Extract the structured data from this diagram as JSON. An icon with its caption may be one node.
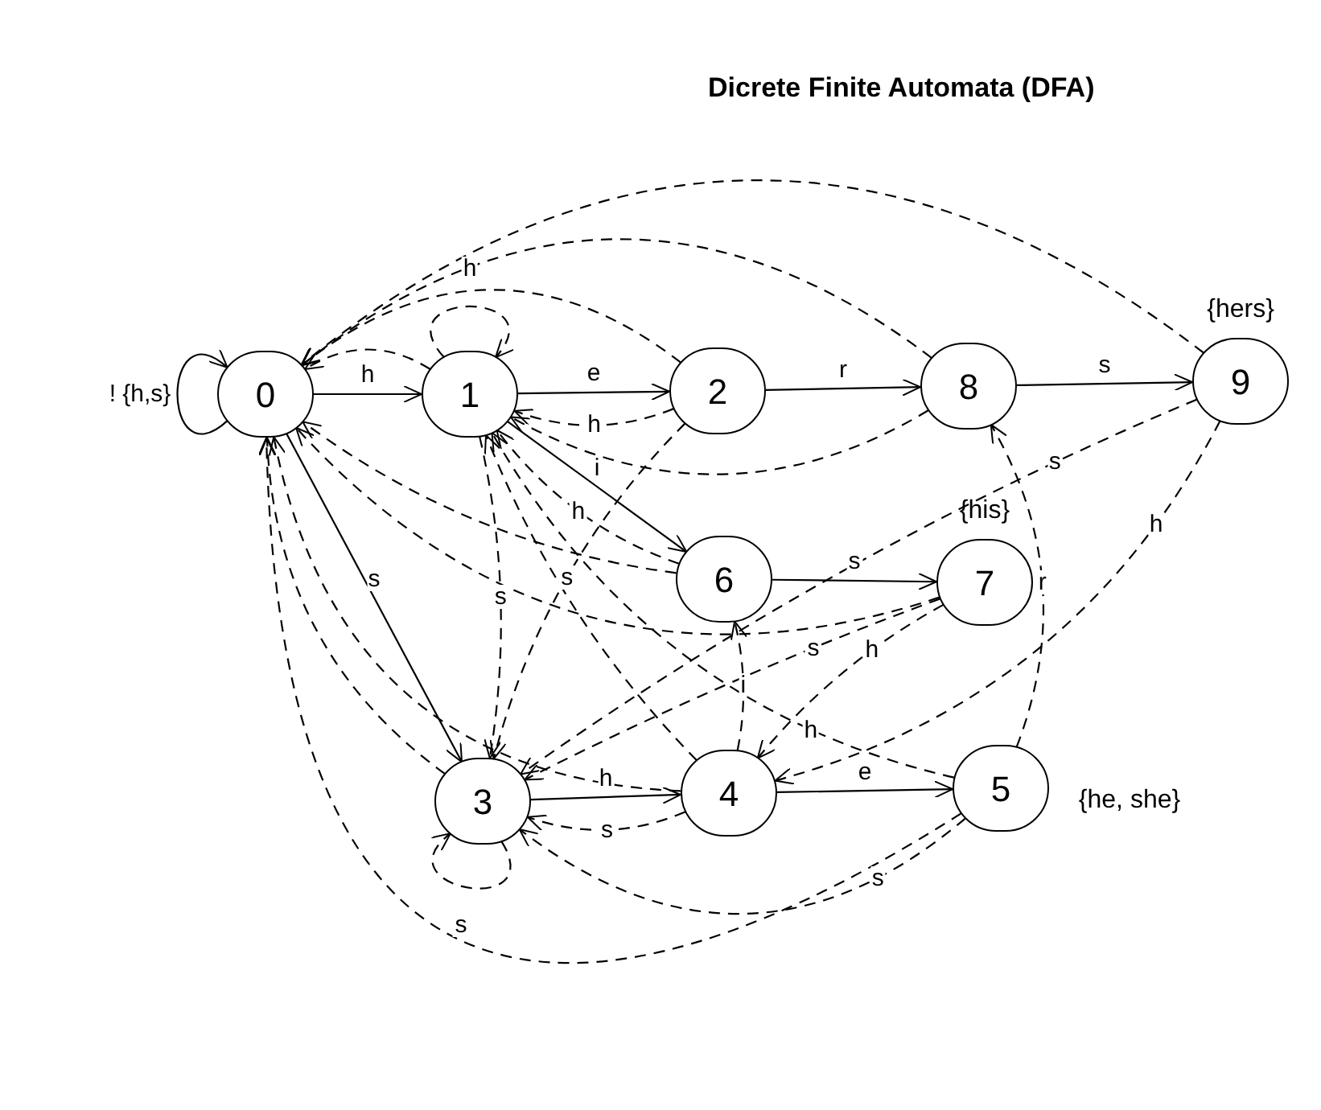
{
  "diagram": {
    "title": "Dicrete Finite Automata (DFA)",
    "nodes": [
      {
        "text": [
          "0"
        ]
      },
      {
        "text": [
          "1"
        ]
      },
      {
        "text": [
          "2"
        ]
      },
      {
        "text": [
          "8"
        ]
      },
      {
        "text": [
          "9"
        ],
        "beside": [
          "{hers}"
        ]
      },
      {
        "text": [
          "6"
        ]
      },
      {
        "text": [
          "7"
        ],
        "beside": [
          "{his}"
        ]
      },
      {
        "text": [
          "3"
        ]
      },
      {
        "text": [
          "4"
        ]
      },
      {
        "text": [
          "5"
        ],
        "beside": [
          "{he, she}"
        ]
      }
    ],
    "edges": [
      {
        "from": 0,
        "to": 0,
        "arrow": "to",
        "label": "! {h,s}"
      },
      {
        "from": 0,
        "to": 1,
        "arrow": "to",
        "label": "h"
      },
      {
        "from": 1,
        "to": 2,
        "arrow": "to",
        "label": "e"
      },
      {
        "from": 2,
        "to": 3,
        "arrow": "to",
        "label": "r"
      },
      {
        "from": 3,
        "to": 4,
        "arrow": "to",
        "label": "s"
      },
      {
        "from": 1,
        "to": 5,
        "arrow": "to",
        "label": "i"
      },
      {
        "from": 5,
        "to": 6,
        "arrow": "to",
        "label": "s"
      },
      {
        "from": 0,
        "to": 7,
        "arrow": "to",
        "label": "s"
      },
      {
        "from": 7,
        "to": 8,
        "arrow": "to",
        "label": "h"
      },
      {
        "from": 8,
        "to": 9,
        "arrow": "to",
        "label": "e"
      },
      {
        "from": 1,
        "to": 1,
        "arrow": "to",
        "label": "h",
        "style": "dashed"
      },
      {
        "from": 1,
        "to": 7,
        "arrow": "to",
        "label": "s",
        "style": "dashed"
      },
      {
        "from": 2,
        "to": 1,
        "arrow": "to",
        "label": "h",
        "style": "dashed"
      },
      {
        "from": 2,
        "to": 7,
        "arrow": "to",
        "label": "s",
        "style": "dashed"
      },
      {
        "from": 7,
        "to": 7,
        "arrow": "to",
        "label": "s",
        "style": "dashed"
      },
      {
        "from": 8,
        "to": 7,
        "arrow": "to",
        "label": "s",
        "style": "dashed"
      },
      {
        "from": 8,
        "to": 5,
        "arrow": "to",
        "label": "i",
        "style": "dashed"
      },
      {
        "from": 8,
        "to": 1,
        "arrow": "to",
        "style": "dashed"
      },
      {
        "from": 9,
        "to": 1,
        "arrow": "to",
        "label": "h",
        "style": "dashed"
      },
      {
        "from": 9,
        "to": 7,
        "arrow": "to",
        "label": "s",
        "style": "dashed"
      },
      {
        "from": 9,
        "to": 3,
        "arrow": "to",
        "label": "r",
        "style": "dashed"
      },
      {
        "from": 5,
        "to": 1,
        "arrow": "to",
        "label": "h",
        "style": "dashed"
      },
      {
        "from": 6,
        "to": 7,
        "arrow": "to",
        "label": "s",
        "style": "dashed"
      },
      {
        "from": 6,
        "to": 8,
        "arrow": "to",
        "label": "h",
        "style": "dashed"
      },
      {
        "from": 3,
        "to": 1,
        "arrow": "to",
        "style": "dashed"
      },
      {
        "from": 4,
        "to": 7,
        "arrow": "to",
        "label": "s",
        "style": "dashed"
      },
      {
        "from": 4,
        "to": 8,
        "arrow": "to",
        "label": "h",
        "style": "dashed"
      },
      {
        "from": 1,
        "to": 0,
        "arrow": "to",
        "style": "dashed"
      },
      {
        "from": 2,
        "to": 0,
        "arrow": "to",
        "style": "dashed"
      },
      {
        "from": 3,
        "to": 0,
        "arrow": "to",
        "style": "dashed"
      },
      {
        "from": 4,
        "to": 0,
        "arrow": "to",
        "style": "dashed"
      },
      {
        "from": 5,
        "to": 0,
        "arrow": "to",
        "style": "dashed"
      },
      {
        "from": 6,
        "to": 0,
        "arrow": "to",
        "style": "dashed"
      },
      {
        "from": 7,
        "to": 0,
        "arrow": "to",
        "style": "dashed"
      },
      {
        "from": 8,
        "to": 0,
        "arrow": "to",
        "style": "dashed"
      },
      {
        "from": 9,
        "to": 0,
        "arrow": "to",
        "style": "dashed"
      }
    ]
  }
}
